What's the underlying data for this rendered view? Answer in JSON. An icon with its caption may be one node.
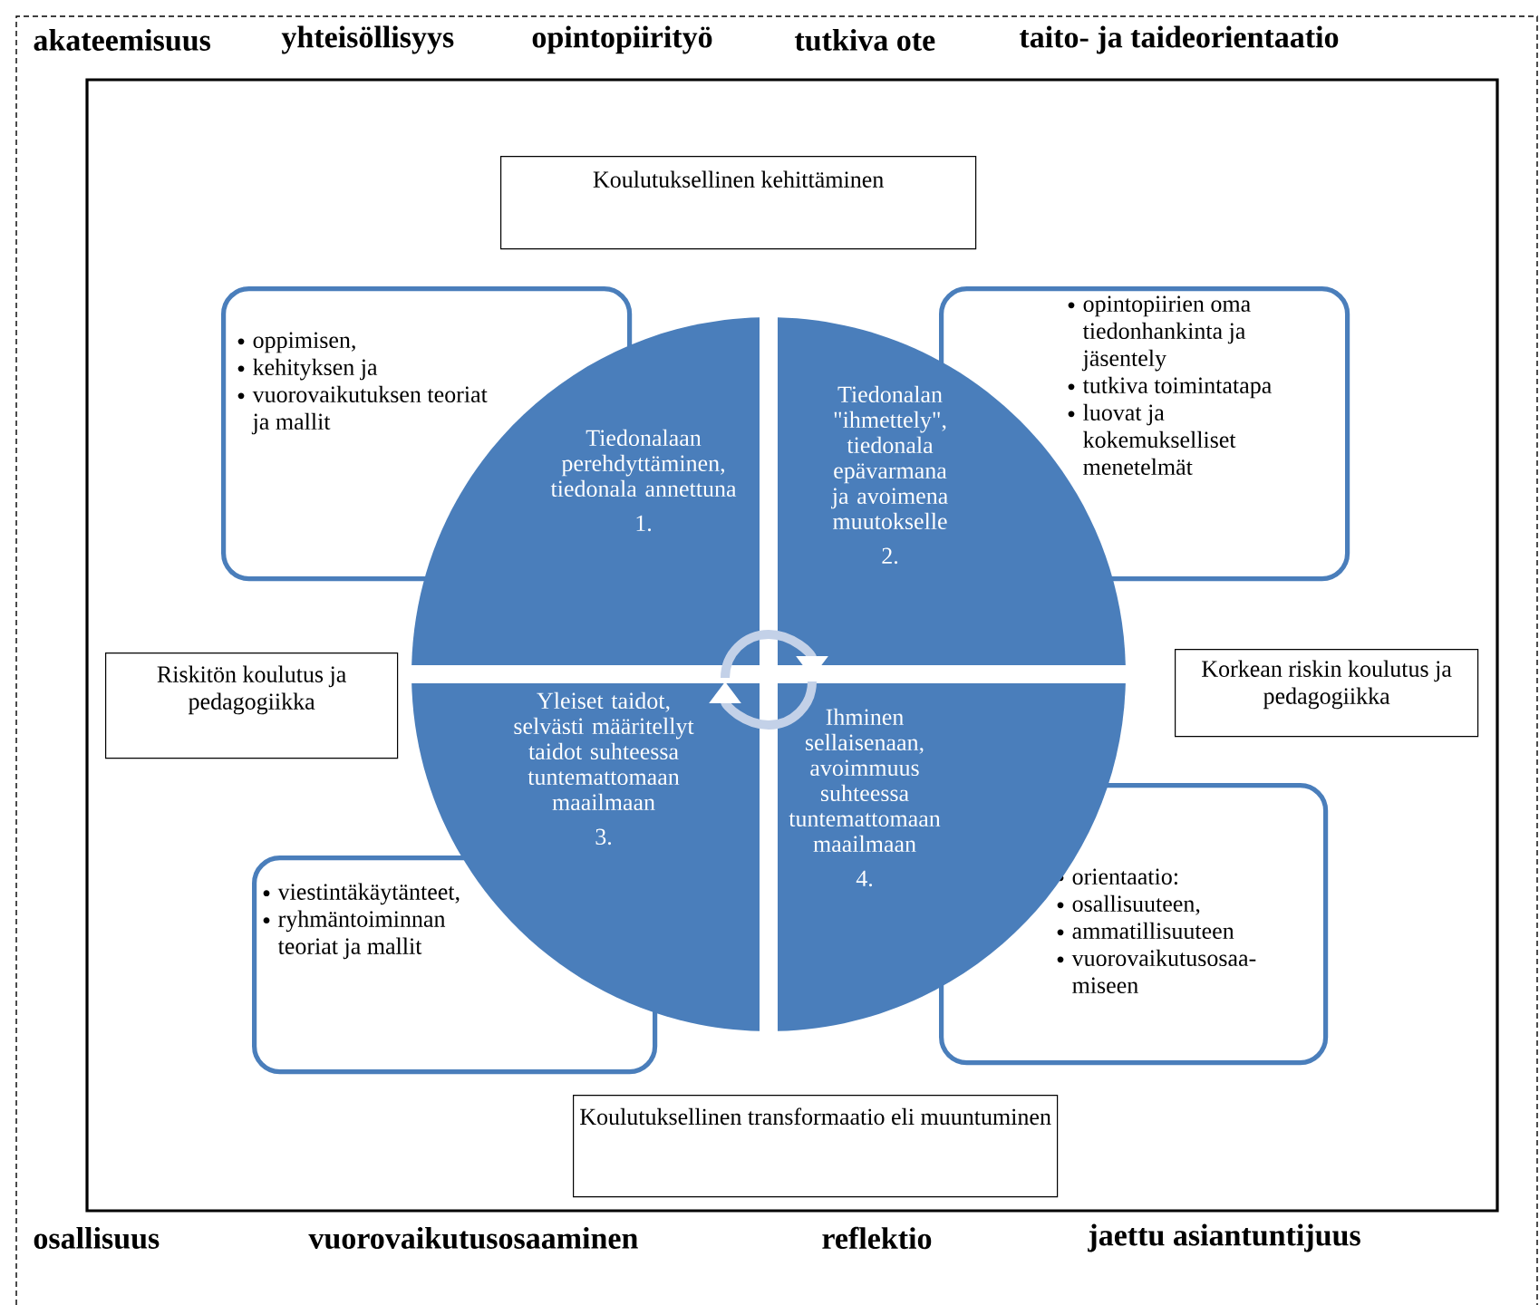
{
  "diagram": {
    "nodes": [
      {
        "text": [
          "Koulutuksellinen kehittäminen"
        ]
      },
      {
        "text": [
          "oppimisen,",
          "kehityksen ja",
          "vuorovaikutuksen teoriat ja mallit"
        ]
      },
      {
        "text": [
          "opintopiirien oma tiedonhankinta ja jäsentely",
          "tutkiva toimintatapa",
          "luovat ja kokemukselliset menetelmät"
        ]
      },
      {
        "text": [
          "Tiedonalaan perehdyttäminen, tiedonala annettuna",
          "1."
        ]
      },
      {
        "text": [
          "Tiedonalan \"ihmettely\", tiedonala epävarmana ja avoimena muutokselle",
          "2."
        ]
      },
      {
        "text": [
          "Riskitön koulutus ja pedagogiikka"
        ]
      },
      {
        "text": [
          "Korkean riskin koulutus ja pedagogiikka"
        ]
      },
      {
        "text": [
          "Yleiset taidot, selvästi määritellyt taidot suhteessa tuntemattomaan maailmaan",
          "3."
        ]
      },
      {
        "text": [
          "Ihminen sellaisenaan, avoimmuus suhteessa tuntemattomaan maailmaan",
          "4."
        ]
      },
      {
        "text": [
          "viestintäkäytänteet,",
          "ryhmäntoiminnan teoriat ja mallit"
        ]
      },
      {
        "text": [
          "orientaatio:",
          "osallisuuteen,",
          "ammatillisuuteen",
          "vuorovaikutusosaa-miseen"
        ]
      },
      {
        "text": [
          "Koulutuksellinen transformaatio eli muuntuminen"
        ]
      }
    ],
    "edges": [
      {
        "from": 3,
        "to": 4,
        "arrow": "to"
      },
      {
        "from": 8,
        "to": 7,
        "arrow": "to"
      }
    ],
    "labels": [
      "akateemisuus",
      "yhteisöllisyys",
      "opintopiirityö",
      "tutkiva ote",
      "taito- ja taideorientaatio",
      "osallisuus",
      "vuorovaikutusosaaminen",
      "reflektio",
      "jaettu asiantuntijuus"
    ]
  }
}
